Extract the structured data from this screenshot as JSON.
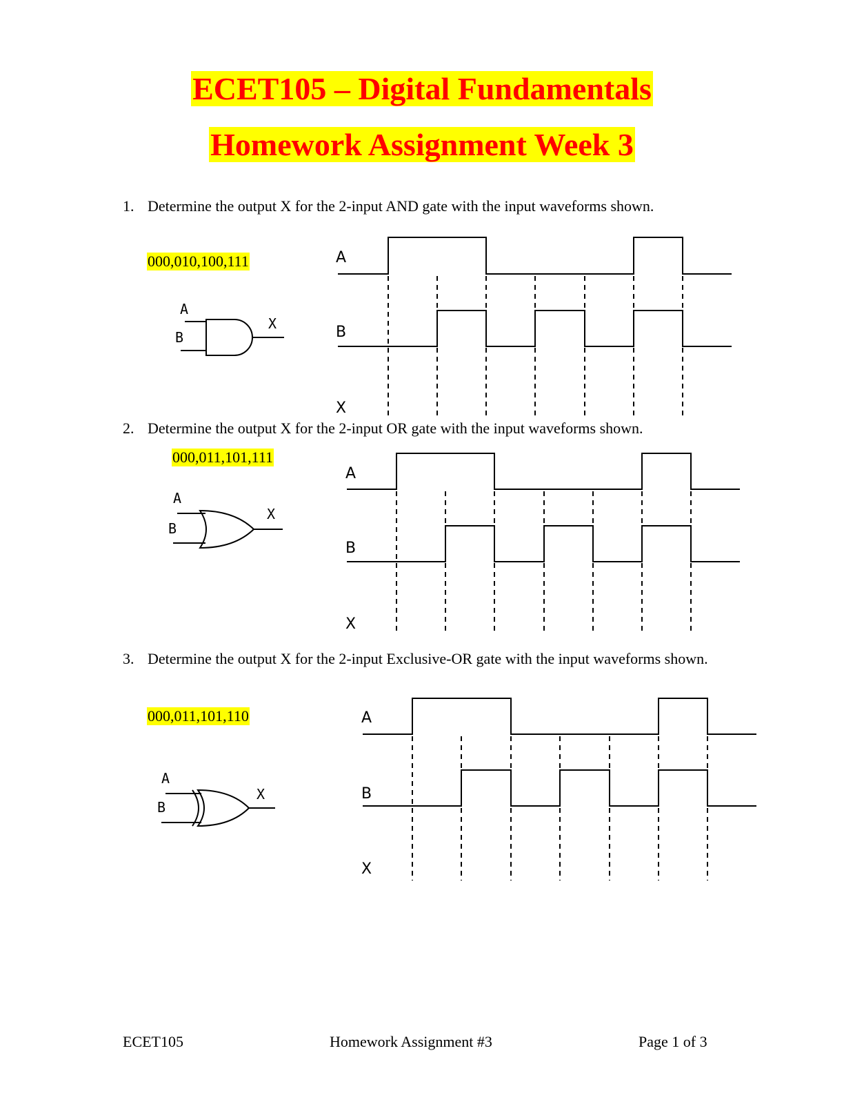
{
  "title": {
    "line1": "ECET105 – Digital Fundamentals",
    "line2": "Homework Assignment Week 3"
  },
  "questions": [
    {
      "number": "1.",
      "text": "Determine the output X for the 2-input AND gate with the input waveforms shown.",
      "answer": "000,010,100,111",
      "gate": "and-gate-icon",
      "gate_labels": {
        "a": "A",
        "b": "B",
        "x": "X"
      },
      "signal_labels": {
        "a": "A",
        "b": "B",
        "x": "X"
      }
    },
    {
      "number": "2.",
      "text": "Determine the output X for the 2-input OR gate with the input waveforms shown.",
      "answer": "000,011,101,111",
      "gate": "or-gate-icon",
      "gate_labels": {
        "a": "A",
        "b": "B",
        "x": "X"
      },
      "signal_labels": {
        "a": "A",
        "b": "B",
        "x": "X"
      }
    },
    {
      "number": "3.",
      "text": "Determine the output X for the 2-input Exclusive-OR gate with the input waveforms shown.",
      "answer": "000,011,101,110",
      "gate": "xor-gate-icon",
      "gate_labels": {
        "a": "A",
        "b": "B",
        "x": "X"
      },
      "signal_labels": {
        "a": "A",
        "b": "B",
        "x": "X"
      }
    }
  ],
  "footer": {
    "left": "ECET105",
    "center": "Homework Assignment #3",
    "right": "Page 1 of 3"
  }
}
